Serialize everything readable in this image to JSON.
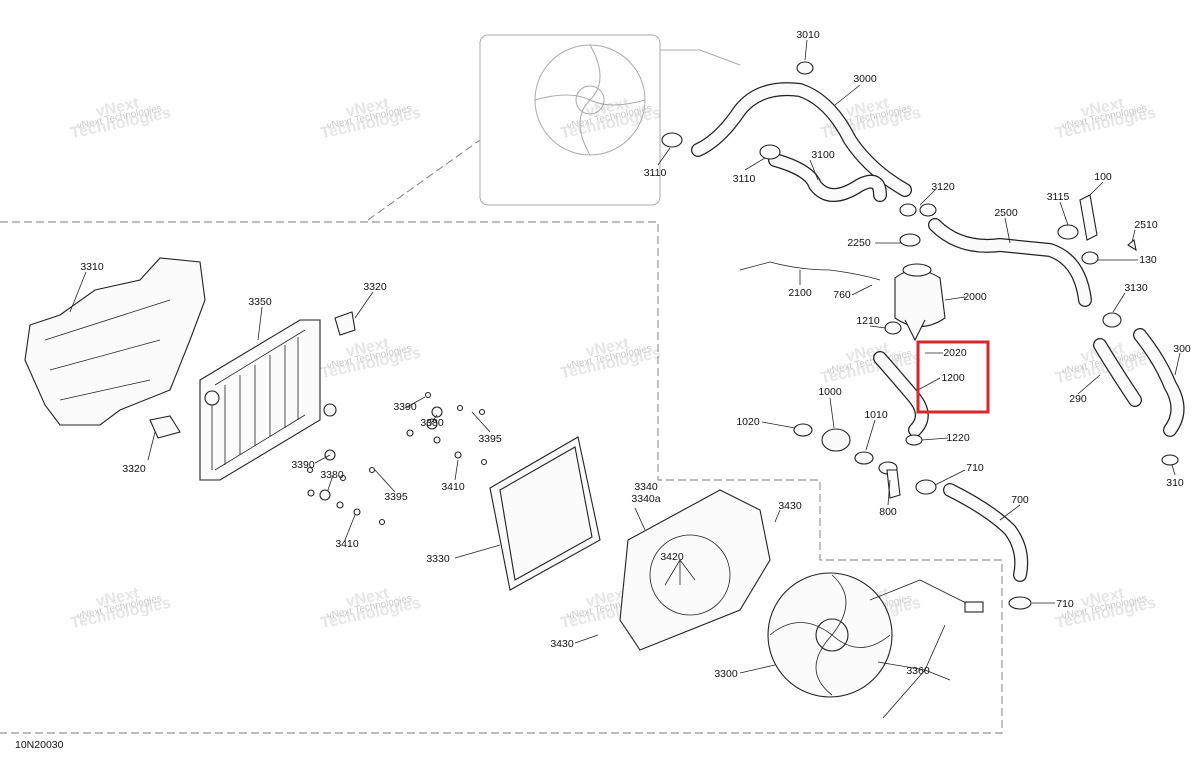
{
  "diagram_code": "10N20030",
  "watermark": {
    "line1": "vNext Technologies",
    "line2": "vNext\nTechnologies"
  },
  "highlight": {
    "color": "#d9262c",
    "parts": [
      "2020",
      "1200"
    ]
  },
  "labels": [
    "3010",
    "3000",
    "3110",
    "3110",
    "3100",
    "3120",
    "3115",
    "100",
    "2510",
    "2500",
    "130",
    "2250",
    "2100",
    "760",
    "2000",
    "3130",
    "1210",
    "2020",
    "1200",
    "300",
    "290",
    "1020",
    "1000",
    "1010",
    "1220",
    "310",
    "710",
    "800",
    "700",
    "710",
    "3310",
    "3320",
    "3350",
    "3320",
    "3390",
    "3380",
    "3395",
    "3390",
    "3380",
    "3410",
    "3395",
    "3410",
    "3330",
    "3340",
    "3340a",
    "3430",
    "3420",
    "3430",
    "3300",
    "3360"
  ]
}
